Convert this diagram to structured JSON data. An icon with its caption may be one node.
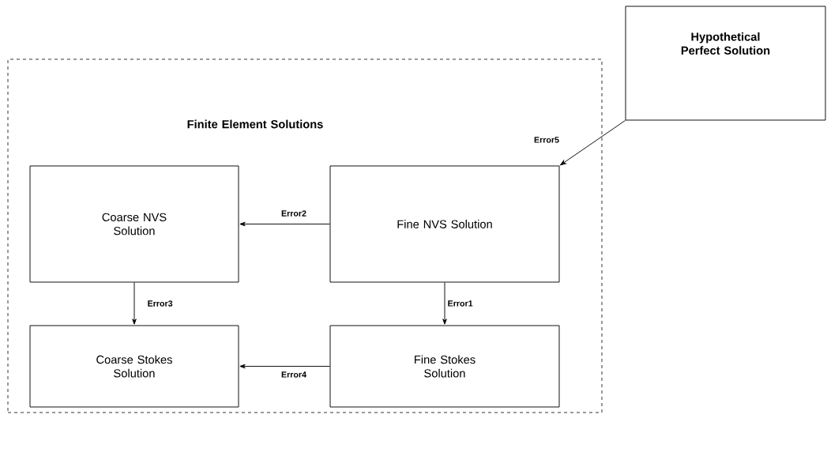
{
  "diagram": {
    "nodes": [
      {
        "text": [
          "Finite Element Solutions"
        ]
      },
      {
        "text": [
          "Hypothetical Perfect Solution"
        ]
      },
      {
        "text": [
          "Coarse NVS Solution"
        ],
        "in": 0
      },
      {
        "text": [
          "Fine NVS Solution"
        ],
        "in": 0
      },
      {
        "text": [
          "Coarse Stokes Solution"
        ],
        "in": 0
      },
      {
        "text": [
          "Fine Stokes Solution"
        ],
        "in": 0
      }
    ],
    "edges": [
      {
        "from": 3,
        "to": 2,
        "arrow": "to",
        "label": "Error2"
      },
      {
        "from": 3,
        "to": 5,
        "arrow": "to",
        "label": "Error1"
      },
      {
        "from": 2,
        "to": 4,
        "arrow": "to",
        "label": "Error3"
      },
      {
        "from": 5,
        "to": 4,
        "arrow": "to",
        "label": "Error4"
      },
      {
        "from": 1,
        "to": 3,
        "arrow": "to",
        "label": "Error5"
      }
    ]
  }
}
